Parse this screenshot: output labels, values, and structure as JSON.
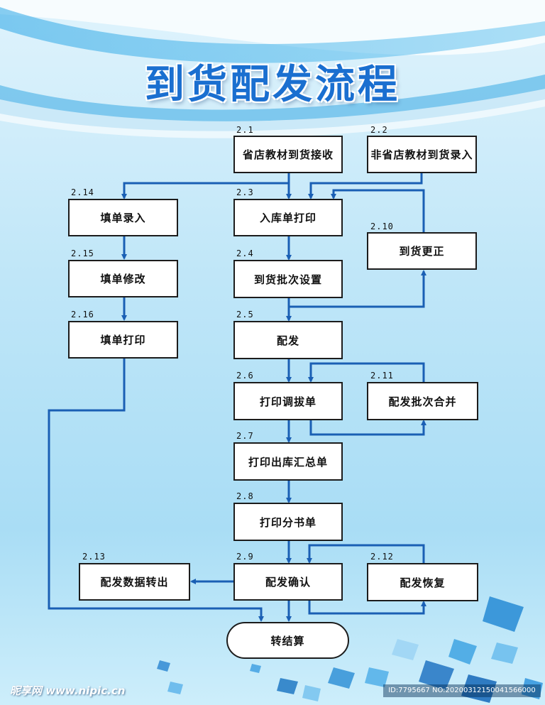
{
  "title": "到货配发流程",
  "colors": {
    "arrow": "#1a5fb4",
    "title": "#1a6fd0",
    "box_border": "#1c1c1c"
  },
  "nodes": {
    "n2_1": {
      "label": "2.1",
      "text": "省店教材到货接收"
    },
    "n2_2": {
      "label": "2.2",
      "text": "非省店教材到货录入"
    },
    "n2_3": {
      "label": "2.3",
      "text": "入库单打印"
    },
    "n2_4": {
      "label": "2.4",
      "text": "到货批次设置"
    },
    "n2_5": {
      "label": "2.5",
      "text": "配发"
    },
    "n2_6": {
      "label": "2.6",
      "text": "打印调拔单"
    },
    "n2_7": {
      "label": "2.7",
      "text": "打印出库汇总单"
    },
    "n2_8": {
      "label": "2.8",
      "text": "打印分书单"
    },
    "n2_9": {
      "label": "2.9",
      "text": "配发确认"
    },
    "n2_10": {
      "label": "2.10",
      "text": "到货更正"
    },
    "n2_11": {
      "label": "2.11",
      "text": "配发批次合并"
    },
    "n2_12": {
      "label": "2.12",
      "text": "配发恢复"
    },
    "n2_13": {
      "label": "2.13",
      "text": "配发数据转出"
    },
    "n2_14": {
      "label": "2.14",
      "text": "填单录入"
    },
    "n2_15": {
      "label": "2.15",
      "text": "填单修改"
    },
    "n2_16": {
      "label": "2.16",
      "text": "填单打印"
    },
    "end": {
      "text": "转结算"
    }
  },
  "watermark": {
    "left": "昵享网 www.nipic.cn",
    "right": "ID:7795667 NO:20200312150041566000"
  }
}
